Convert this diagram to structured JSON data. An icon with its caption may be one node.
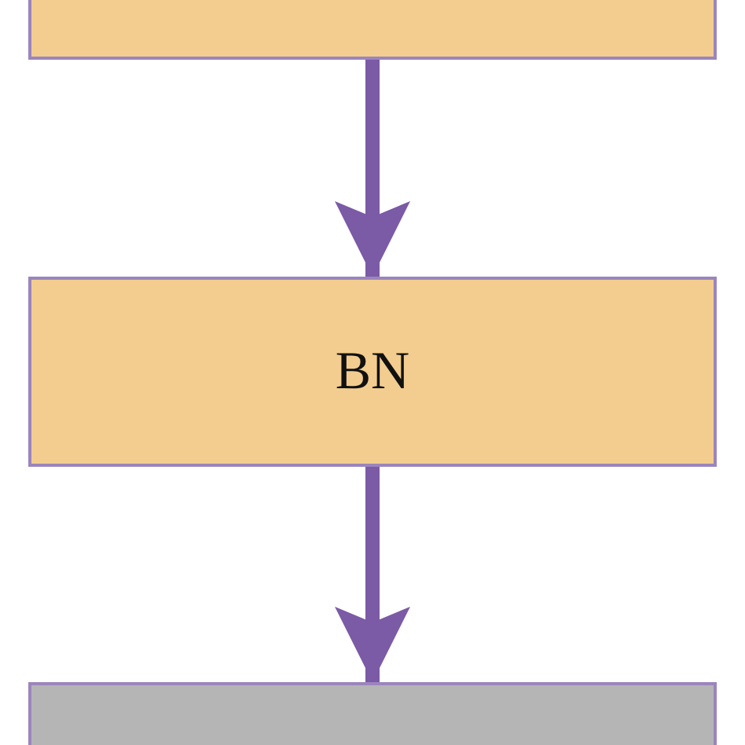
{
  "diagram": {
    "nodes": [
      {
        "text": [],
        "shape": "box"
      },
      {
        "text": [
          "BN"
        ]
      },
      {
        "text": [],
        "shape": "box"
      }
    ],
    "edges": [
      {
        "from": 0,
        "to": 1,
        "arrow": "to"
      },
      {
        "from": 1,
        "to": 2,
        "arrow": "to"
      }
    ]
  }
}
